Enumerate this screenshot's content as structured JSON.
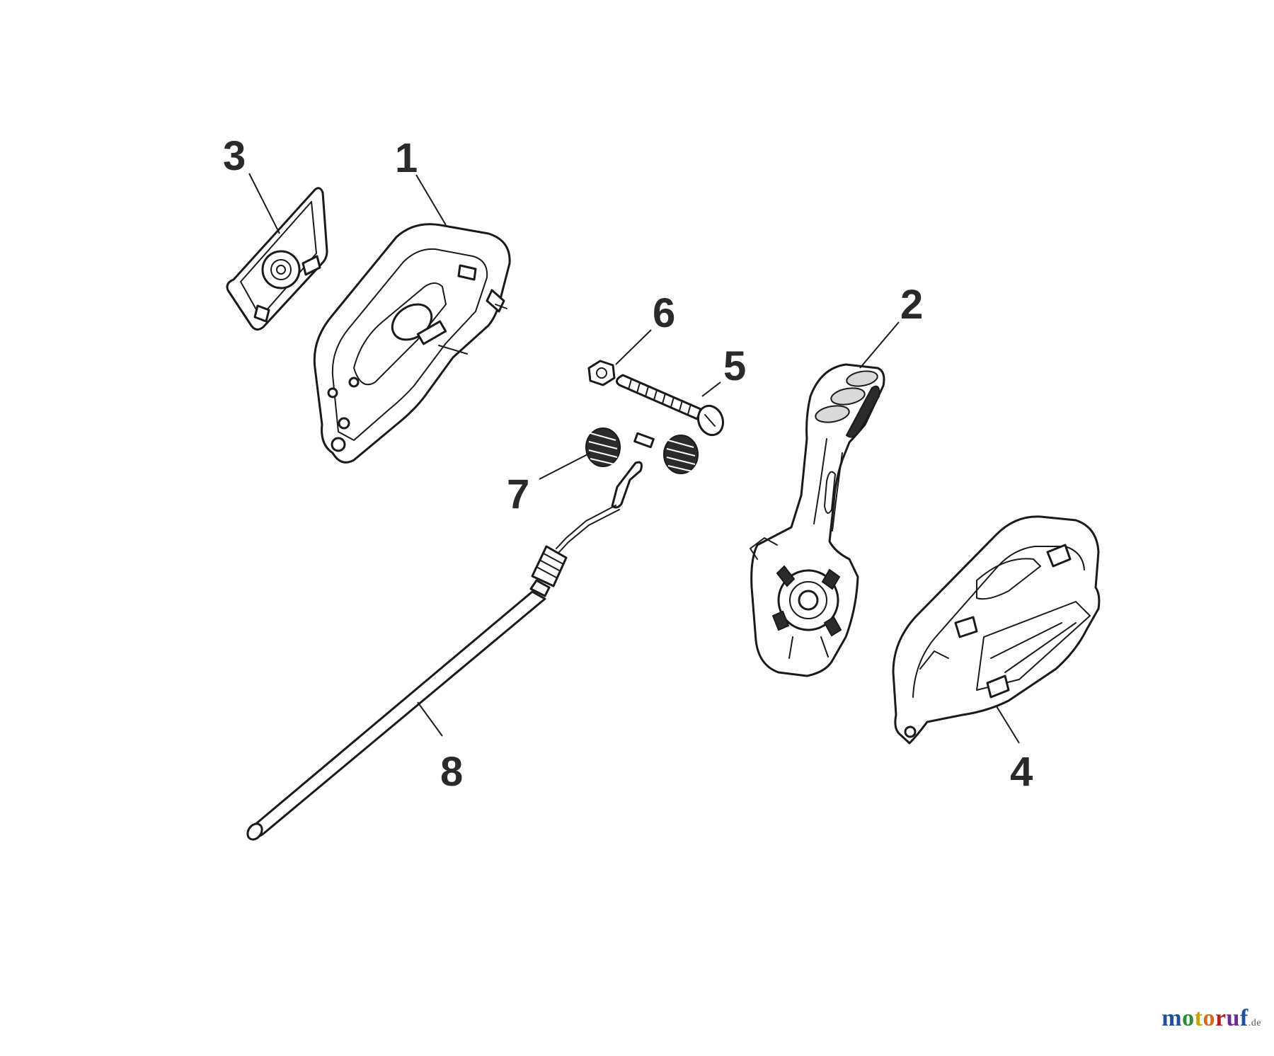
{
  "callouts": {
    "part_1": "1",
    "part_2": "2",
    "part_3": "3",
    "part_4": "4",
    "part_5": "5",
    "part_6": "6",
    "part_7": "7",
    "part_8": "8"
  },
  "watermark": {
    "letters": [
      "m",
      "o",
      "t",
      "o",
      "r",
      "u",
      "f"
    ],
    "suffix": ".de",
    "colors": [
      "#1e4fa0",
      "#2e8b3a",
      "#c9a400",
      "#d2691e",
      "#b22222",
      "#6a2c91",
      "#1e4fa0"
    ]
  }
}
